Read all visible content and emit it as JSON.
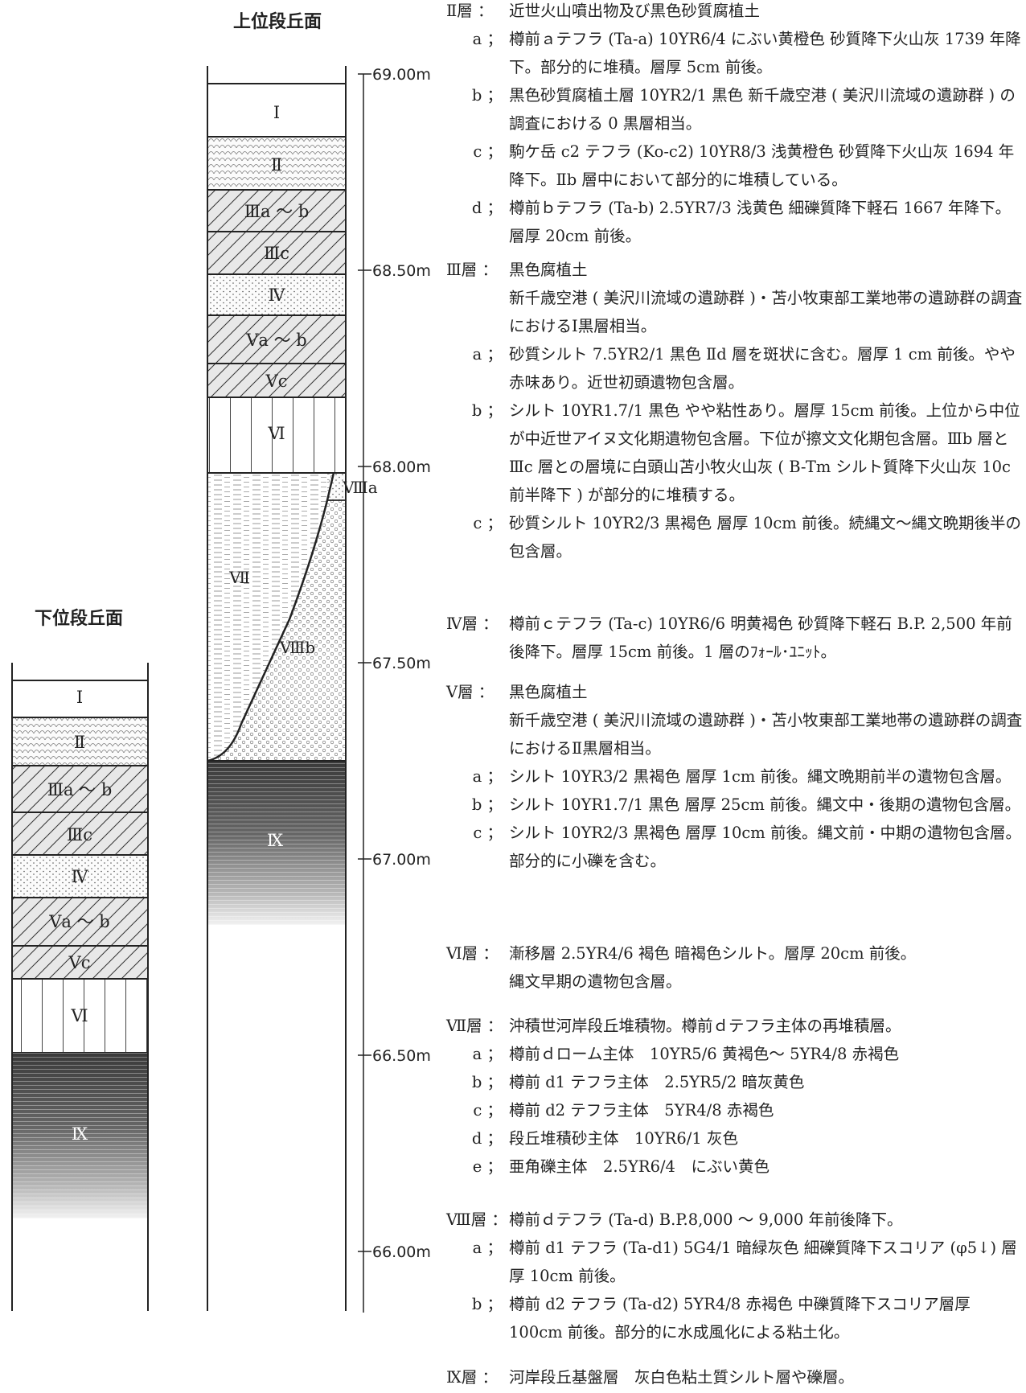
{
  "columns": {
    "upper_title": "上位段丘面",
    "lower_title": "下位段丘面"
  },
  "scale_labels": [
    "69.00m",
    "68.50m",
    "68.00m",
    "67.50m",
    "67.00m",
    "66.50m",
    "66.00m"
  ],
  "upper_layers": [
    "Ⅰ",
    "Ⅱ",
    "Ⅲa ～ b",
    "Ⅲc",
    "Ⅳ",
    "Ⅴa ～ b",
    "Ⅴc",
    "Ⅵ",
    "Ⅶ",
    "Ⅷa",
    "Ⅷb",
    "Ⅸ"
  ],
  "lower_layers": [
    "Ⅰ",
    "Ⅱ",
    "Ⅲa ～ b",
    "Ⅲc",
    "Ⅳ",
    "Ⅴa ～ b",
    "Ⅴc",
    "Ⅵ",
    "Ⅸ"
  ],
  "colors": {
    "line": "#222222",
    "hatch_fill": "#e8e8e8",
    "dark": "#444444"
  },
  "legend": [
    {
      "label": "Ⅱ層 ：",
      "text": "近世火山噴出物及び黒色砂質腐植土",
      "subs": [
        {
          "letter": "a ；",
          "text": "樽前ａテフラ (Ta-a) 10YR6/4 にぶい黄橙色 砂質降下火山灰 1739 年降下。部分的に堆積。層厚 5cm 前後。"
        },
        {
          "letter": "b ；",
          "text": "黒色砂質腐植土層 10YR2/1 黒色 新千歳空港 ( 美沢川流域の遺跡群 ) の調査における 0 黒層相当。"
        },
        {
          "letter": "c ；",
          "text": "駒ケ岳 c2 テフラ (Ko-c2) 10YR8/3 浅黄橙色 砂質降下火山灰 1694 年降下。Ⅱb 層中において部分的に堆積している。"
        },
        {
          "letter": "d ；",
          "text": "樽前ｂテフラ (Ta-b) 2.5YR7/3 浅黄色 細礫質降下軽石 1667 年降下。層厚 20cm 前後。"
        }
      ]
    },
    {
      "label": "Ⅲ層 ：",
      "text": "黒色腐植土",
      "cont": "新千歳空港 ( 美沢川流域の遺跡群 )・苫小牧東部工業地帯の遺跡群の調査におけるⅠ黒層相当。",
      "subs": [
        {
          "letter": "a ；",
          "text": "砂質シルト 7.5YR2/1 黒色 Ⅱd 層を斑状に含む。層厚 1 cm 前後。やや赤味あり。近世初頭遺物包含層。"
        },
        {
          "letter": "b ；",
          "text": "シルト 10YR1.7/1 黒色 やや粘性あり。層厚 15cm 前後。上位から中位が中近世アイヌ文化期遺物包含層。下位が擦文文化期包含層。Ⅲb 層とⅢc 層との層境に白頭山苫小牧火山灰 ( B-Tm シルト質降下火山灰 10c 前半降下 ) が部分的に堆積する。"
        },
        {
          "letter": "c ；",
          "text": "砂質シルト 10YR2/3 黒褐色 層厚 10cm 前後。続縄文～縄文晩期後半の包含層。"
        }
      ]
    },
    {
      "label": "Ⅳ層 ：",
      "text": "樽前ｃテフラ (Ta-c) 10YR6/6 明黄褐色 砂質降下軽石 B.P. 2,500 年前後降下。層厚 15cm 前後。1 層のﾌｫｰﾙ･ﾕﾆｯﾄ。",
      "subs": []
    },
    {
      "label": "Ⅴ層 ：",
      "text": "黒色腐植土",
      "cont": "新千歳空港 ( 美沢川流域の遺跡群 )・苫小牧東部工業地帯の遺跡群の調査におけるⅡ黒層相当。",
      "subs": [
        {
          "letter": "a ；",
          "text": "シルト 10YR3/2 黒褐色 層厚 1cm 前後。縄文晩期前半の遺物包含層。"
        },
        {
          "letter": "b ；",
          "text": "シルト 10YR1.7/1 黒色 層厚 25cm 前後。縄文中・後期の遺物包含層。"
        },
        {
          "letter": "c ；",
          "text": "シルト 10YR2/3 黒褐色 層厚 10cm 前後。縄文前・中期の遺物包含層。部分的に小礫を含む。"
        }
      ]
    },
    {
      "label": "Ⅵ層 ：",
      "text": "漸移層 2.5YR4/6 褐色 暗褐色シルト。層厚 20cm 前後。",
      "cont": "縄文早期の遺物包含層。",
      "subs": []
    },
    {
      "label": "Ⅶ層 ：",
      "text": "沖積世河岸段丘堆積物。樽前ｄテフラ主体の再堆積層。",
      "subs": [
        {
          "letter": "a ；",
          "text": "樽前ｄローム主体　10YR5/6 黄褐色～ 5YR4/8 赤褐色"
        },
        {
          "letter": "b ；",
          "text": "樽前 d1 テフラ主体　2.5YR5/2 暗灰黄色"
        },
        {
          "letter": "c ；",
          "text": "樽前 d2 テフラ主体　5YR4/8 赤褐色"
        },
        {
          "letter": "d ；",
          "text": "段丘堆積砂主体　10YR6/1 灰色"
        },
        {
          "letter": "e ；",
          "text": "亜角礫主体　2.5YR6/4　にぶい黄色"
        }
      ]
    },
    {
      "label": "Ⅷ層 ：",
      "text": "樽前ｄテフラ (Ta-d) B.P.8,000 ～ 9,000 年前後降下。",
      "subs": [
        {
          "letter": "a ；",
          "text": "樽前 d1 テフラ (Ta-d1) 5G4/1 暗緑灰色 細礫質降下スコリア (φ5↓) 層厚 10cm 前後。"
        },
        {
          "letter": "b ；",
          "text": "樽前 d2 テフラ (Ta-d2) 5YR4/8 赤褐色 中礫質降下スコリア層厚 100cm 前後。部分的に水成風化による粘土化。"
        }
      ]
    },
    {
      "label": "Ⅸ層 ：",
      "text": "河岸段丘基盤層　灰白色粘土質シルト層や礫層。",
      "subs": []
    }
  ]
}
